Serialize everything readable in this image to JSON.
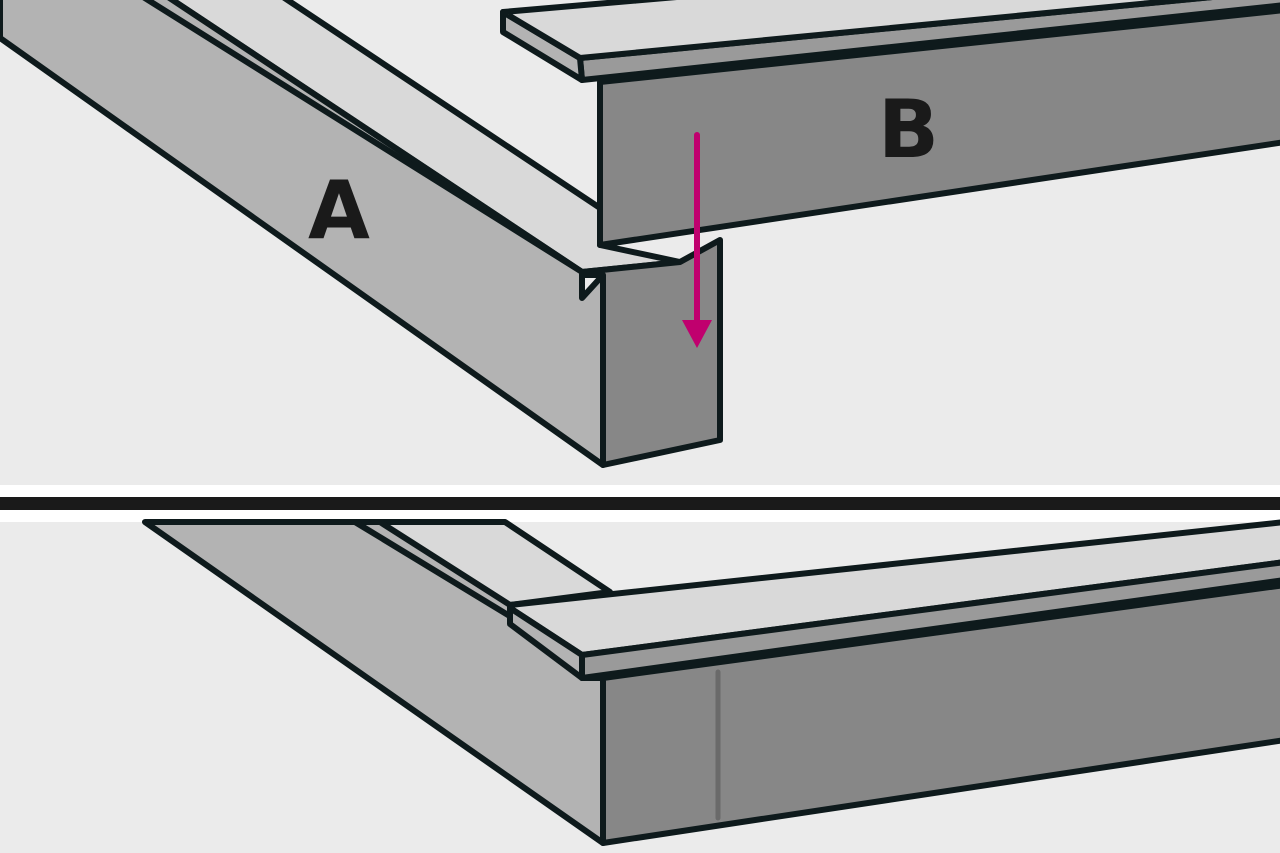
{
  "step_top": {
    "part_a_label": "A",
    "part_b_label": "B",
    "arrow_direction": "down"
  },
  "step_bottom": {
    "description_visible": false
  },
  "colors": {
    "background": "#ebebeb",
    "top_face": "#d9d9d9",
    "side_face": "#b3b3b3",
    "end_face": "#878787",
    "outline": "#0e1a1c",
    "arrow": "#c0006e",
    "divider": "#1a1a1a"
  }
}
